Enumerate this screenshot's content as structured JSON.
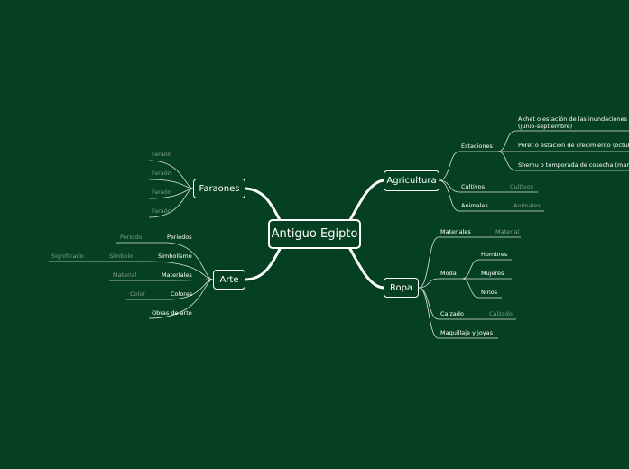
{
  "central": "Antiguo Egipto",
  "faraones": {
    "title": "Faraones",
    "items": [
      "Faraón",
      "Faraón",
      "Faraón",
      "Faraón"
    ]
  },
  "arte": {
    "title": "Arte",
    "items": [
      {
        "label": "Periodos",
        "child": "Periodo"
      },
      {
        "label": "Simbolismo",
        "child": "Símbolo",
        "grandchild": "Significado"
      },
      {
        "label": "Materiales",
        "child": "Material"
      },
      {
        "label": "Colores",
        "child": "Color"
      },
      {
        "label": "Obras de arte"
      }
    ]
  },
  "agricultura": {
    "title": "Agricultura",
    "estaciones": {
      "label": "Estaciones",
      "items": [
        "Akhet o estación de las inundaciones (junio-septiembre)",
        "Peret o estación de crecimiento (octubre-febrero)",
        "Shemu o temporada de cosecha (marzo-mayo)"
      ]
    },
    "cultivos": {
      "label": "Cultivos",
      "child": "Cultivos"
    },
    "animales": {
      "label": "Animales",
      "child": "Animales"
    }
  },
  "ropa": {
    "title": "Ropa",
    "materiales": {
      "label": "Materiales",
      "child": "Material"
    },
    "moda": {
      "label": "Moda",
      "items": [
        "Hombres",
        "Mujeres",
        "Niños"
      ]
    },
    "calzado": {
      "label": "Calzado",
      "child": "Calzado"
    },
    "maquillaje": {
      "label": "Maquillaje y joyas"
    }
  }
}
